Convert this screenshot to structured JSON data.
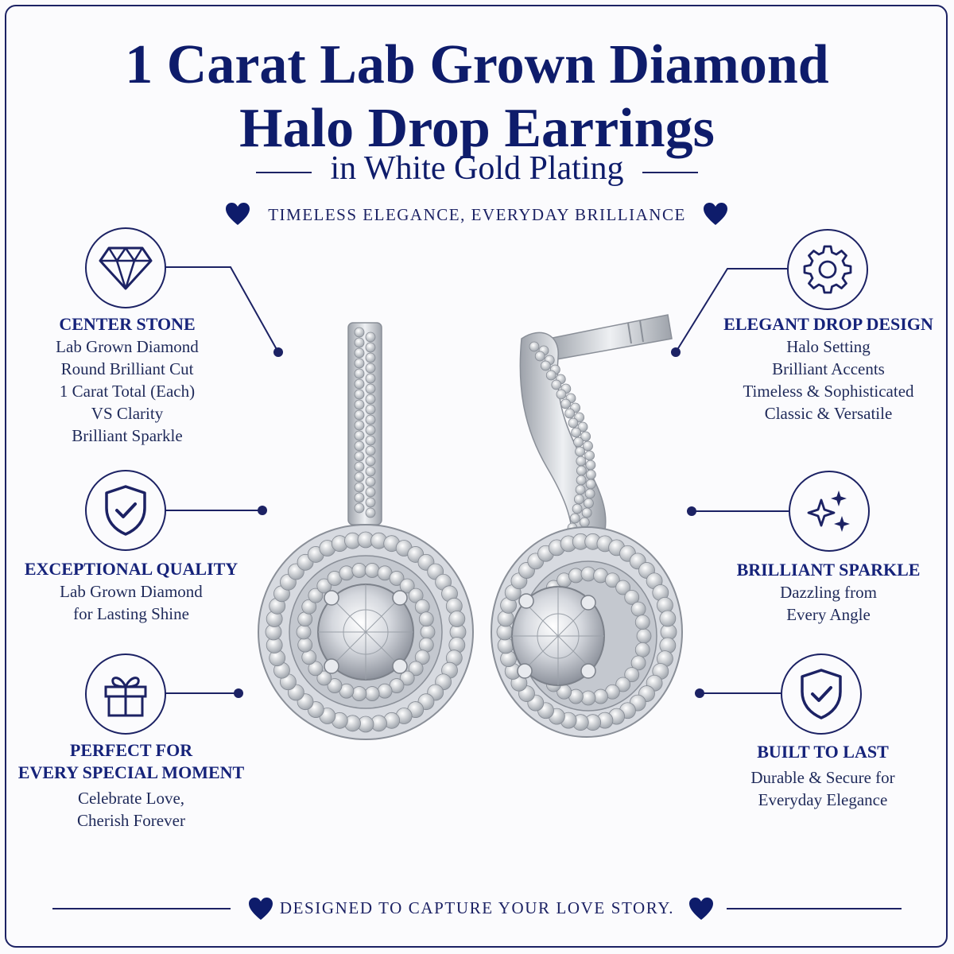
{
  "title": {
    "line1": "1 Carat Lab Grown Diamond",
    "line2": "Halo Drop Earrings"
  },
  "subtitle": "in White Gold Plating",
  "tagline": "TIMELESS ELEGANCE, EVERYDAY BRILLIANCE",
  "features": {
    "center_stone": {
      "icon": "diamond-icon",
      "title": "CENTER STONE",
      "lines": [
        "Lab Grown Diamond",
        "Round Brilliant Cut",
        "1 Carat Total (Each)",
        "VS Clarity",
        "Brilliant Sparkle"
      ]
    },
    "exceptional_quality": {
      "icon": "shield-check-icon",
      "title": "EXCEPTIONAL QUALITY",
      "lines": [
        "Lab Grown Diamond",
        "for Lasting Shine"
      ]
    },
    "perfect_for": {
      "icon": "gift-icon",
      "title_lines": [
        "PERFECT FOR",
        "EVERY SPECIAL MOMENT"
      ],
      "lines": [
        "Celebrate Love,",
        "Cherish Forever"
      ]
    },
    "elegant_drop": {
      "icon": "gear-icon",
      "title": "ELEGANT DROP DESIGN",
      "lines": [
        "Halo Setting",
        "Brilliant Accents",
        "Timeless & Sophisticated",
        "Classic & Versatile"
      ]
    },
    "brilliant_sparkle": {
      "icon": "sparkle-icon",
      "title": "BRILLIANT SPARKLE",
      "lines": [
        "Dazzling from",
        "Every Angle"
      ]
    },
    "built_to_last": {
      "icon": "shield-check-icon",
      "title": "BUILT TO LAST",
      "lines": [
        "Durable & Secure for",
        "Everyday Elegance"
      ]
    }
  },
  "footer": "DESIGNED TO CAPTURE YOUR LOVE STORY.",
  "colors": {
    "navy": "#0e1c6b",
    "background": "#fbfbfd",
    "metal": "#c9ccd3"
  }
}
